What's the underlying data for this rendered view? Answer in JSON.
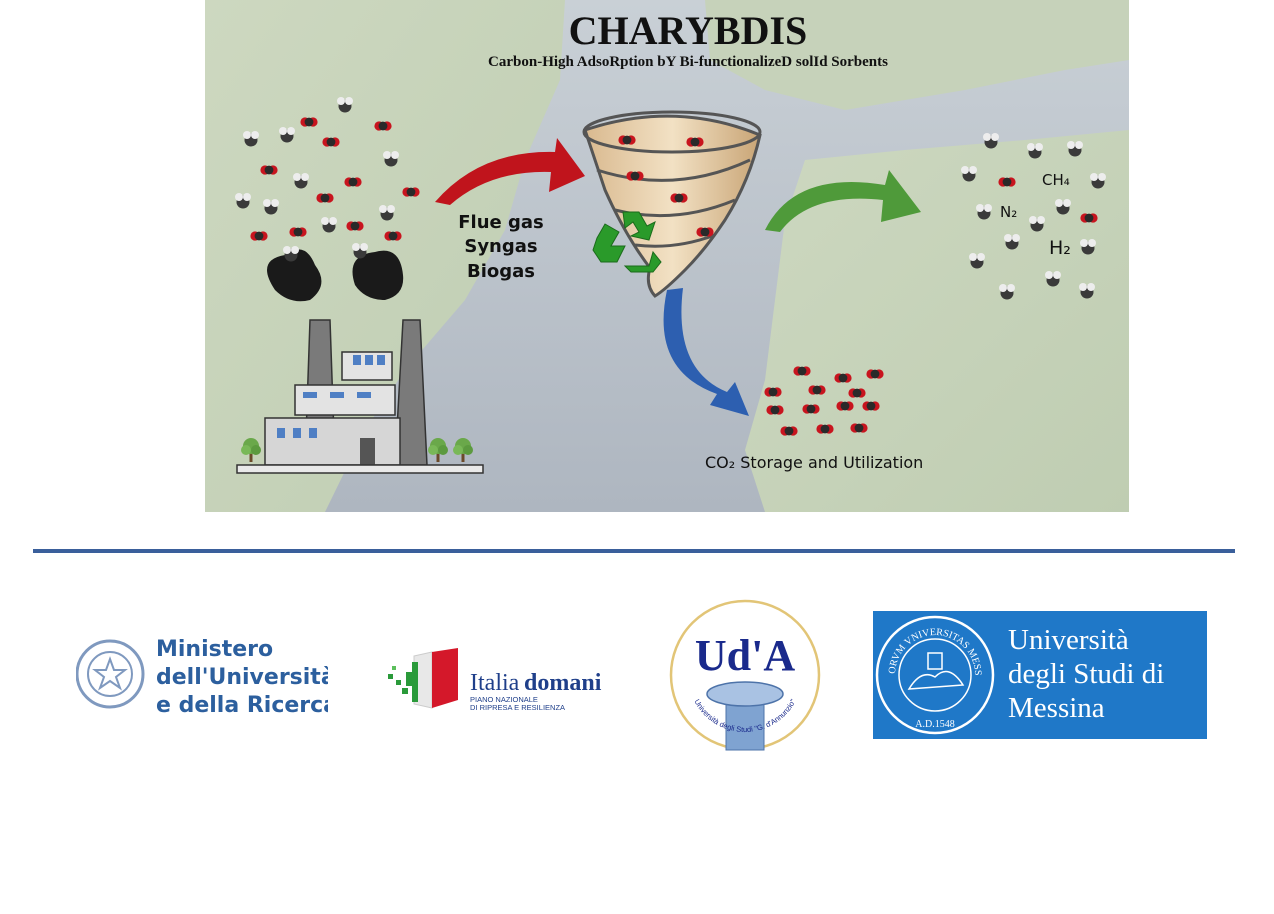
{
  "diagram": {
    "title": "CHARYBDIS",
    "subtitle": "Carbon-High AdsoRption bY Bi-functionalizeD solId Sorbents",
    "inputs": [
      "Flue gas",
      "Syngas",
      "Biogas"
    ],
    "product_label": "CO₂ Storage and Utilization",
    "gas_labels": {
      "methane": "CH₄",
      "nitrogen": "N₂",
      "hydrogen": "H₂"
    },
    "colors": {
      "title_text": "#111111",
      "arrow_in": "#c0141c",
      "arrow_out_green": "#4f9a3a",
      "arrow_out_blue": "#2d5fb0",
      "co2": "#c8141e",
      "recycle": "#2a9a2a",
      "background_land": "#cfd9c2",
      "background_sea": "#d9dde4"
    }
  },
  "divider_color": "#3a5f9b",
  "logos": {
    "mur": {
      "lines": [
        "Ministero",
        "dell'Università",
        "e della Ricerca"
      ],
      "color": "#2c5f9e"
    },
    "italiadomani": {
      "name_light": "Italia",
      "name_bold": "domani",
      "tagline": [
        "PIANO NAZIONALE",
        "DI RIPRESA E RESILIENZA"
      ]
    },
    "uda": {
      "name": "Ud'A",
      "ring_text": "Università degli Studi \"G. d'Annunzio\""
    },
    "unime": {
      "lines": [
        "Università",
        "degli Studi di",
        "Messina"
      ],
      "seal_text": "STUDIORVM VNIVERSITAS MESSANAE",
      "seal_year": "A.D.1548",
      "background": "#1f78c8"
    }
  }
}
